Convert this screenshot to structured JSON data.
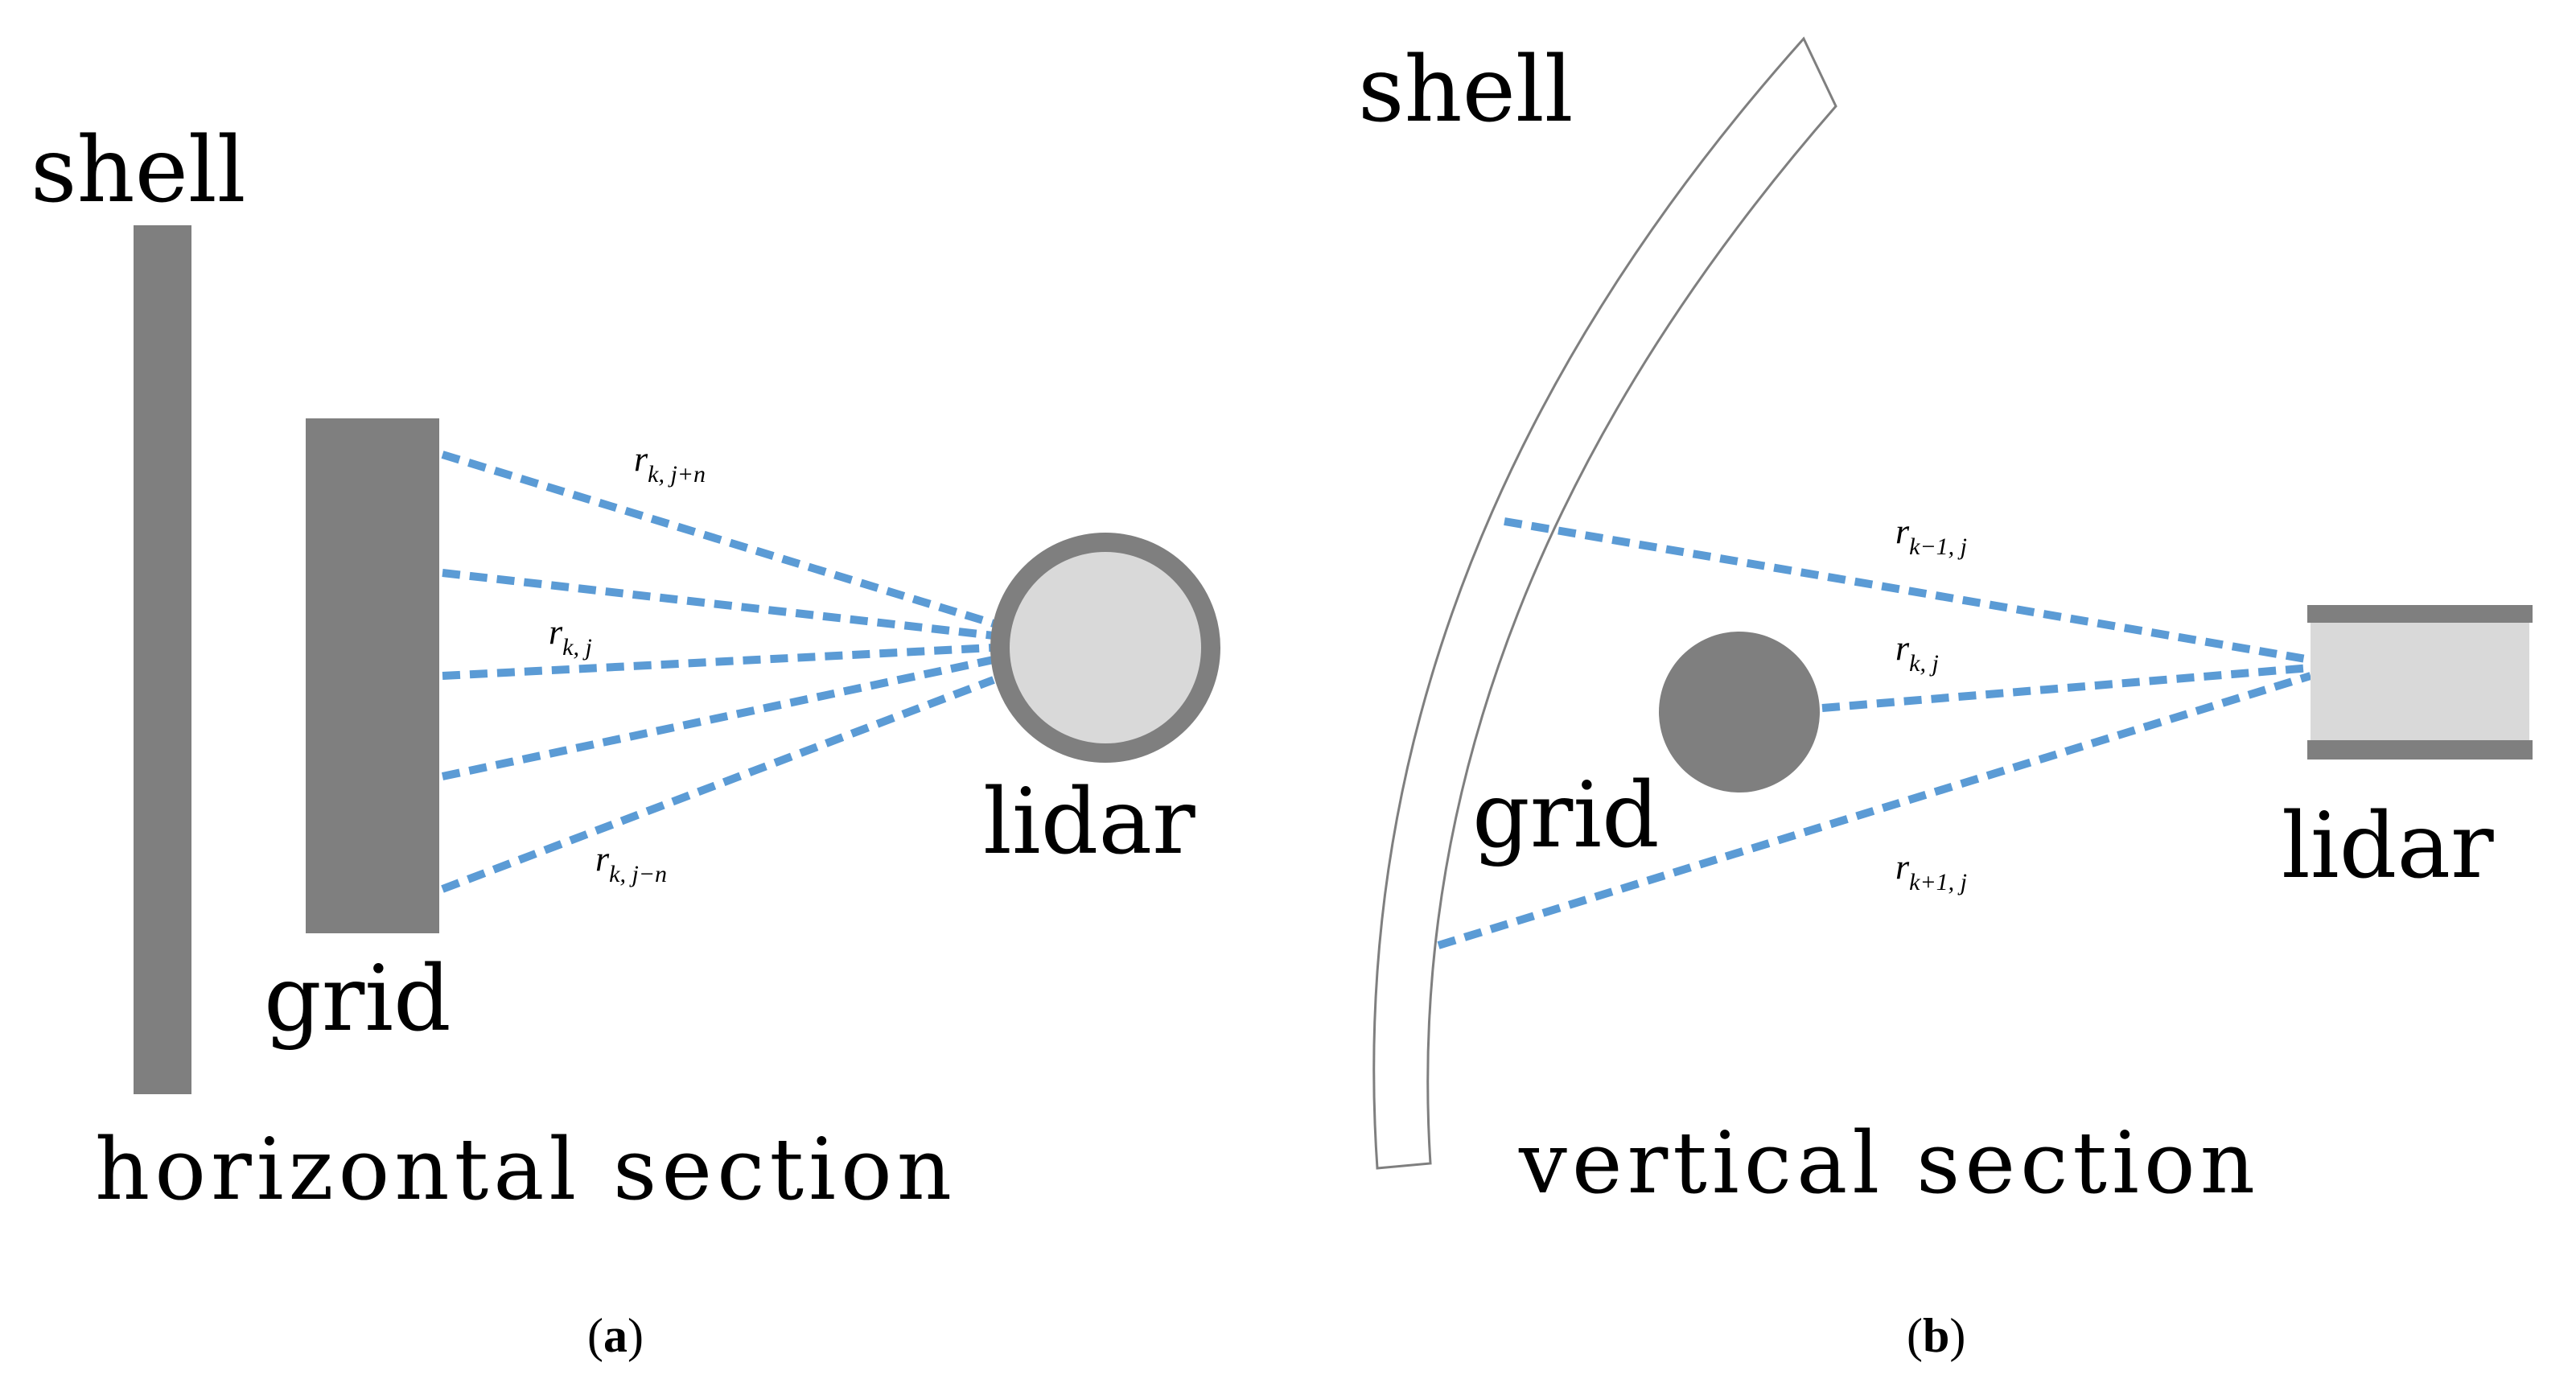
{
  "panel_a": {
    "shell_label": "shell",
    "grid_label": "grid",
    "lidar_label": "lidar",
    "section_label": "horizontal section",
    "rays": [
      {
        "r": "r",
        "sub": "k, j+n"
      },
      {
        "r": "r",
        "sub": "k, j"
      },
      {
        "r": "r",
        "sub": "k, j−n"
      }
    ],
    "caption": {
      "open": "(",
      "letter": "a",
      "close": ")"
    }
  },
  "panel_b": {
    "shell_label": "shell",
    "grid_label": "grid",
    "lidar_label": "lidar",
    "section_label": "vertical section",
    "rays": [
      {
        "r": "r",
        "sub": "k−1, j"
      },
      {
        "r": "r",
        "sub": "k, j"
      },
      {
        "r": "r",
        "sub": "k+1, j"
      }
    ],
    "caption": {
      "open": "(",
      "letter": "b",
      "close": ")"
    }
  },
  "colors": {
    "solid_gray": "#7f7f7f",
    "light_gray": "#d9d9d9",
    "ray_blue": "#5b9bd5"
  }
}
